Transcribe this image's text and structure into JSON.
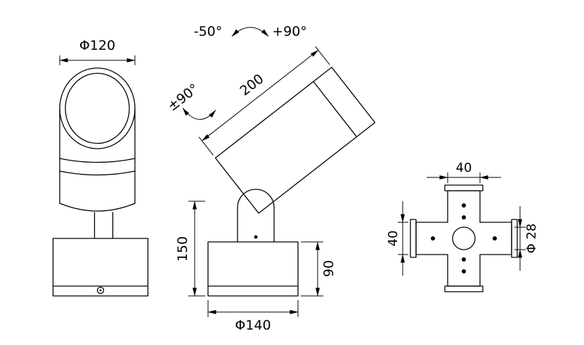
{
  "drawing": {
    "line_color": "#000000",
    "background": "#ffffff"
  },
  "front_view": {
    "head_diameter": "Φ120"
  },
  "side_view": {
    "tilt_min": "-50°",
    "tilt_max": "+90°",
    "swivel": "±90°",
    "body_length": "200",
    "overall_height": "150",
    "base_height": "90",
    "base_diameter": "Φ140"
  },
  "bracket_view": {
    "arm_width": "40",
    "arm_height": "40",
    "hole_diameter": "Φ 28"
  }
}
